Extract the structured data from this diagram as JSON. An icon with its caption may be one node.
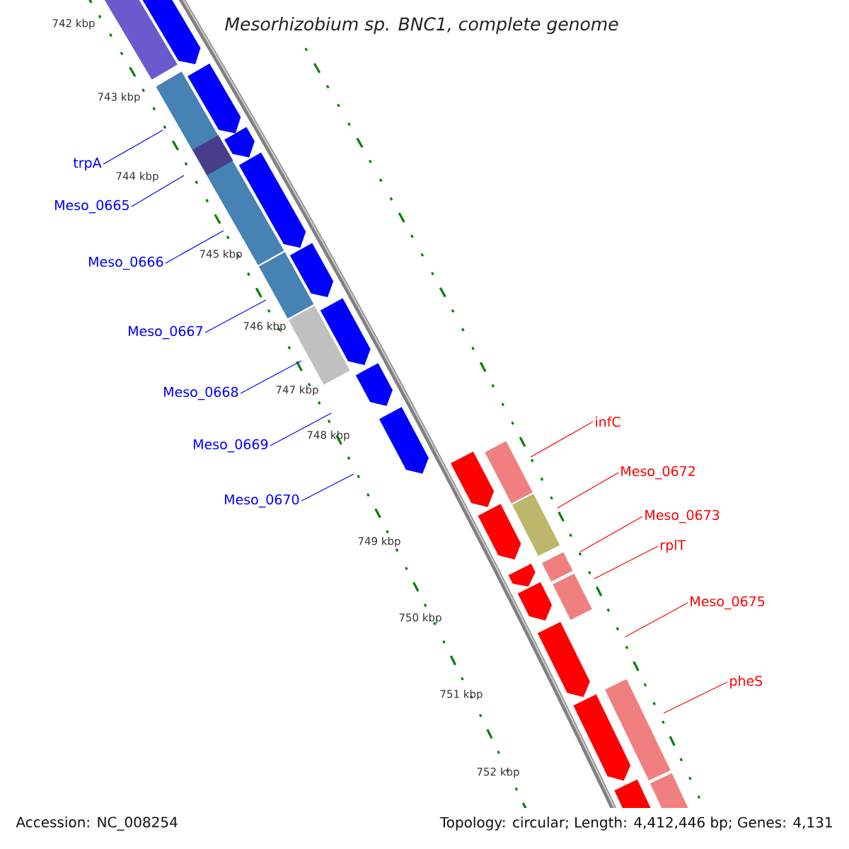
{
  "diagram": {
    "title": "*Mesorhizobium sp. BNC1, complete genome*",
    "nodes": [
      {
        "text": [
          "trpA"
        ]
      },
      {
        "text": [
          "Meso_0665"
        ]
      },
      {
        "text": [
          "Meso_0666"
        ]
      },
      {
        "text": [
          "Meso_0667"
        ]
      },
      {
        "text": [
          "Meso_0668"
        ]
      },
      {
        "text": [
          "Meso_0669"
        ]
      },
      {
        "text": [
          "Meso_0670"
        ]
      },
      {
        "text": [
          "infC"
        ]
      },
      {
        "text": [
          "Meso_0672"
        ]
      },
      {
        "text": [
          "Meso_0673"
        ]
      },
      {
        "text": [
          "rplT"
        ]
      },
      {
        "text": [
          "Meso_0675"
        ]
      },
      {
        "text": [
          "pheS"
        ]
      }
    ],
    "edges": [
      {
        "from": 0,
        "to": null,
        "arrow": "none"
      },
      {
        "from": 1,
        "to": null,
        "arrow": "none"
      },
      {
        "from": 2,
        "to": null,
        "arrow": "none"
      },
      {
        "from": 3,
        "to": null,
        "arrow": "none"
      },
      {
        "from": 4,
        "to": null,
        "arrow": "none"
      },
      {
        "from": 5,
        "to": null,
        "arrow": "none"
      },
      {
        "from": 6,
        "to": null,
        "arrow": "none"
      },
      {
        "from": 7,
        "to": null,
        "arrow": "none",
        "color": "#ff0000"
      },
      {
        "from": 8,
        "to": null,
        "arrow": "none",
        "color": "#ff0000"
      },
      {
        "from": 9,
        "to": null,
        "arrow": "none",
        "color": "#ff0000"
      },
      {
        "from": 10,
        "to": null,
        "arrow": "none",
        "color": "#ff0000"
      },
      {
        "from": 11,
        "to": null,
        "arrow": "none",
        "color": "#ff0000"
      },
      {
        "from": 12,
        "to": null,
        "arrow": "none",
        "color": "#ff0000"
      }
    ],
    "labels": [
      "742 kbp",
      "743 kbp",
      "744 kbp",
      "745 kbp",
      "746 kbp",
      "747 kbp",
      "748 kbp",
      "749 kbp",
      "750 kbp",
      "751 kbp",
      "752 kbp",
      "Accession: NC_008254",
      "Topology: circular; Length: 4,412,446 bp; Genes: 4,131"
    ]
  }
}
